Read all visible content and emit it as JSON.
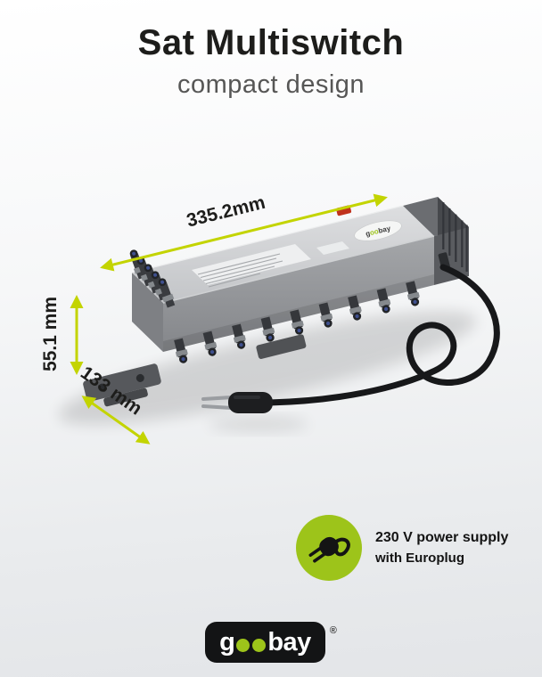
{
  "header": {
    "title": "Sat Multiswitch",
    "subtitle": "compact design"
  },
  "product": {
    "dimension_length": "335.2mm",
    "dimension_height": "55.1 mm",
    "dimension_depth": "133 mm",
    "device_logo": {
      "prefix": "g",
      "dots": "oo",
      "suffix": "bay"
    }
  },
  "feature": {
    "title": "230 V power supply",
    "subtitle": "with Europlug"
  },
  "brand_logo": {
    "prefix": "g",
    "suffix": "bay",
    "registered": "®"
  },
  "colors": {
    "accent_green": "#9dc41a",
    "dimension_lime": "#c3d400",
    "title_color": "#1d1d1b",
    "subtitle_color": "#565655",
    "device_gray": "#c6c8ca",
    "cable_black": "#17181a"
  }
}
